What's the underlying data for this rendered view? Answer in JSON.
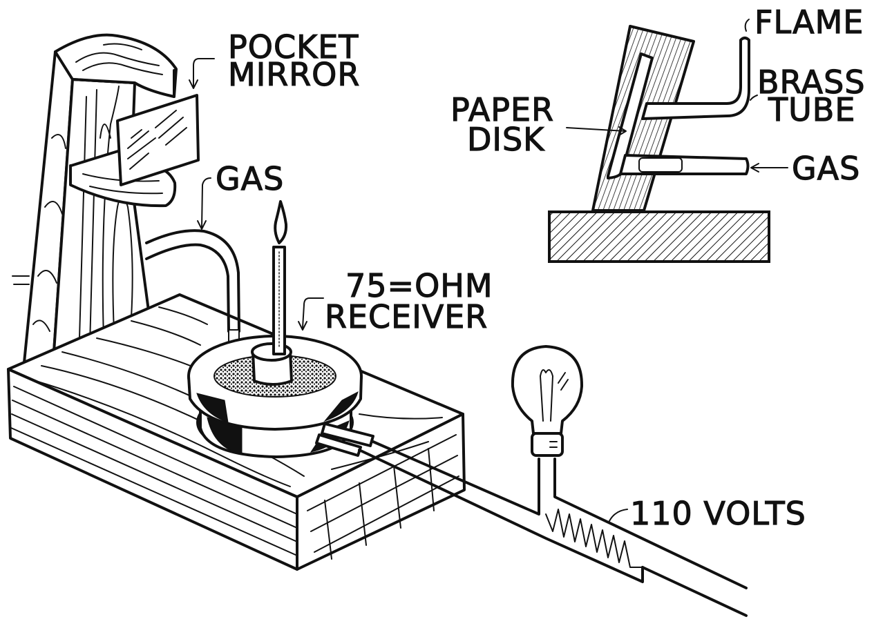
{
  "figure": {
    "type": "technical-illustration",
    "subject": "Sensitive flame telephone receiver apparatus",
    "background_color": "#ffffff",
    "ink_color": "#111111"
  },
  "main_view": {
    "labels": {
      "pocket_mirror_line1": "POCKET",
      "pocket_mirror_line2": "MIRROR",
      "gas": "GAS",
      "receiver_line1": "75=OHM",
      "receiver_line2": "RECEIVER",
      "voltage": "110 VOLTS"
    },
    "components": [
      "wooden-stand",
      "pocket-mirror",
      "mirror-shelf",
      "base-block",
      "gas-tube",
      "flame-tube",
      "cork",
      "telephone-receiver",
      "terminal-posts",
      "lamp-bulb",
      "resistance-coil",
      "supply-wires"
    ]
  },
  "section_view": {
    "labels": {
      "flame": "FLAME",
      "brass_tube_line1": "BRASS",
      "brass_tube_line2": "TUBE",
      "paper_disk_line1": "PAPER",
      "paper_disk_line2": "DISK",
      "gas": "GAS"
    },
    "components": [
      "inclined-block-section",
      "paper-disk",
      "brass-tube",
      "gas-inlet",
      "base-section"
    ]
  }
}
